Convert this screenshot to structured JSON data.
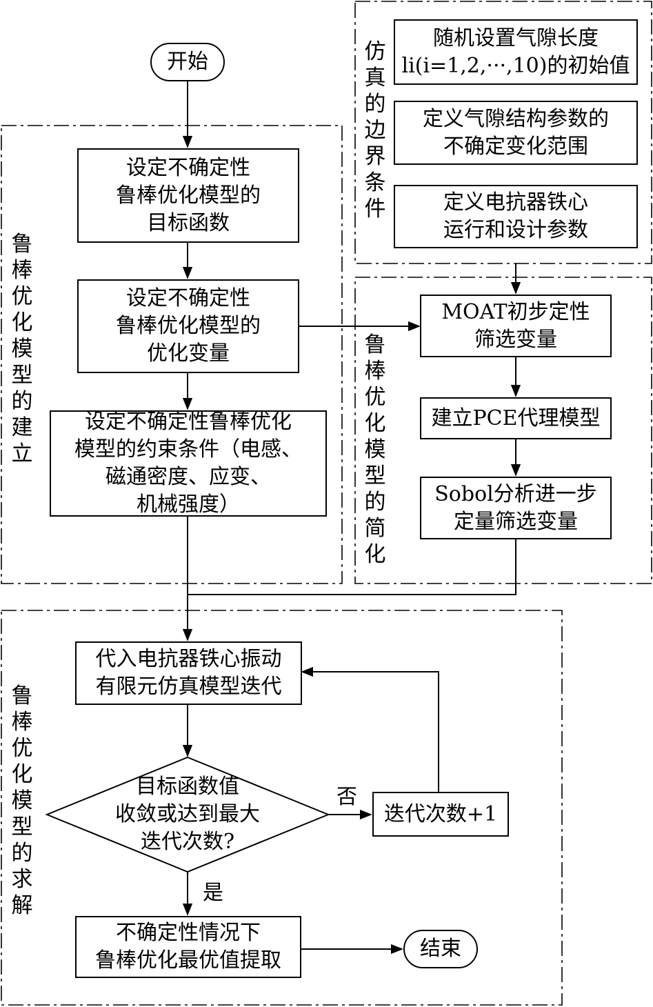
{
  "start": "开始",
  "end": "结束",
  "section_labels": {
    "boundary": "仿真的边界条件",
    "build": "鲁棒优化模型的建立",
    "simplify": "鲁棒优化模型的简化",
    "solve": "鲁棒优化模型的求解"
  },
  "boundary_boxes": [
    "随机设置气隙长度\nli(i=1,2,···,10)的初始值",
    "定义气隙结构参数的\n不确定变化范围",
    "定义电抗器铁心\n运行和设计参数"
  ],
  "build_boxes": [
    "设定不确定性\n鲁棒优化模型的\n目标函数",
    "设定不确定性\n鲁棒优化模型的\n优化变量",
    "设定不确定性鲁棒优化\n模型的约束条件（电感、\n磁通密度、应变、\n机械强度）"
  ],
  "simplify_boxes": [
    "MOAT初步定性\n筛选变量",
    "建立PCE代理模型",
    "Sobol分析进一步\n定量筛选变量"
  ],
  "solve": {
    "iterate_box": "代入电抗器铁心振动\n有限元仿真模型迭代",
    "decision": "目标函数值\n收敛或达到最大\n迭代次数?",
    "no_label": "否",
    "increment_box": "迭代次数+1",
    "yes_label": "是",
    "extract_box": "不确定性情况下\n鲁棒优化最优值提取"
  }
}
